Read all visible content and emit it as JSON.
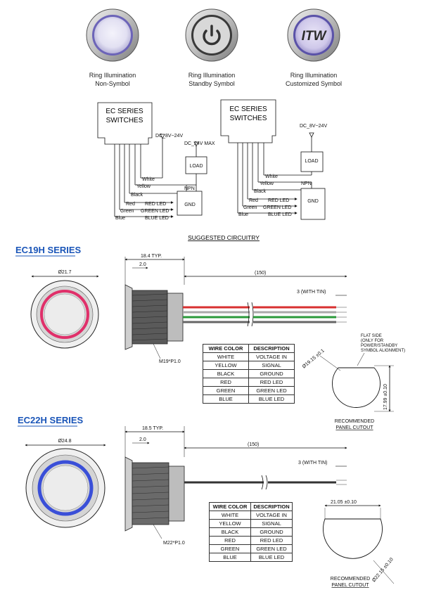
{
  "buttons": [
    {
      "caption1": "Ring Illumination",
      "caption2": "Non-Symbol"
    },
    {
      "caption1": "Ring Illumination",
      "caption2": "Standby Symbol"
    },
    {
      "caption1": "Ring Illumination",
      "caption2": "Customized Symbol",
      "logo": "ITW"
    }
  ],
  "circuits": [
    {
      "box_line1": "EC SERIES",
      "box_line2": "SWITCHES",
      "supply": "DC_8V~24V",
      "load_supply": "DC_24V MAX",
      "load": "LOAD",
      "npn": "NPN",
      "gnd": "GND",
      "wires": [
        "White",
        "Yellow",
        "Black",
        "Red",
        "Green",
        "Blue"
      ],
      "leds": [
        "RED LED",
        "GREEN LED",
        "BLUE LED"
      ]
    },
    {
      "box_line1": "EC SERIES",
      "box_line2": "SWITCHES",
      "supply": "DC_8V~24V",
      "load": "LOAD",
      "npn": "NPN",
      "gnd": "GND",
      "wires": [
        "White",
        "Yellow",
        "Black",
        "Red",
        "Green",
        "Blue"
      ],
      "leds": [
        "RED LED",
        "GREEN LED",
        "BLUE LED"
      ]
    }
  ],
  "circuit_title": "SUGGESTED CIRCUITRY",
  "ec19h": {
    "title": "EC19H SERIES",
    "diameter": "Ø21.7",
    "typ": "18.4 TYP.",
    "flange": "2.0",
    "cable": "(150)",
    "tin": "3 (WITH TIN)",
    "thread": "M19*P1.0",
    "flat_note": [
      "FLAT SIDE",
      "(ONLY FOR",
      "POWER/STANDBY",
      "SYMBOL ALIGNMENT)"
    ],
    "cutout_d": "Ø19.15 ±0.1",
    "cutout_flat": "17.99 ±0.10",
    "cutout_label1": "RECOMMENDED",
    "cutout_label2": "PANEL CUTOUT"
  },
  "ec22h": {
    "title": "EC22H SERIES",
    "diameter": "Ø24.8",
    "typ": "18.5 TYP.",
    "flange": "2.0",
    "cable": "(150)",
    "tin": "3 (WITH TIN)",
    "thread": "M22*P1.0",
    "cutout_w": "21.05 ±0.10",
    "cutout_d": "Ø22.15 ±0.10",
    "cutout_label1": "RECOMMENDED",
    "cutout_label2": "PANEL CUTOUT"
  },
  "wire_table": {
    "headers": [
      "WIRE COLOR",
      "DESCRIPTION"
    ],
    "rows": [
      [
        "WHITE",
        "VOLTAGE IN"
      ],
      [
        "YELLOW",
        "SIGNAL"
      ],
      [
        "BLACK",
        "GROUND"
      ],
      [
        "RED",
        "RED LED"
      ],
      [
        "GREEN",
        "GREEN LED"
      ],
      [
        "BLUE",
        "BLUE LED"
      ]
    ]
  },
  "colors": {
    "series_title": "#1a55b8",
    "ring_red": "#e0306a",
    "ring_blue": "#3a4fd8",
    "wire_red": "#d83030",
    "wire_green": "#2a9a3a"
  }
}
